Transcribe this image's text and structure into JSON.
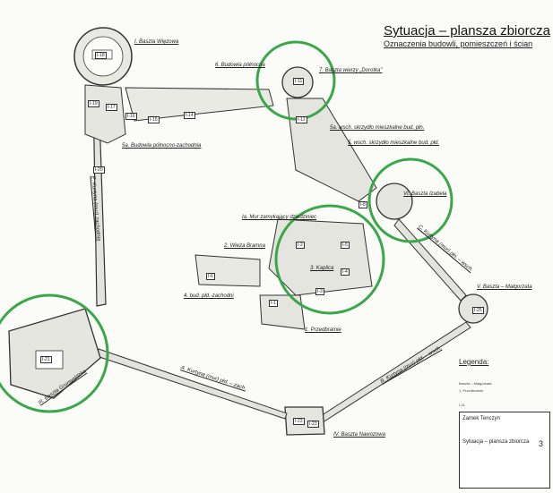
{
  "title": "Sytuacja – plansza zbiorcza",
  "subtitle": "Oznaczenia budowli, pomieszczeń i ścian",
  "labels": [
    {
      "id": "wiezowa",
      "text": "I. Baszta Więzowa"
    },
    {
      "id": "polnocna",
      "text": "6. Budowla północna"
    },
    {
      "id": "dorotka",
      "text": "7. Baszta wierzy „Dorotka”"
    },
    {
      "id": "wsch_pln",
      "text": "5a. wsch. skrzydło mieszkalne bud. płn."
    },
    {
      "id": "wsch_pld",
      "text": "5. wsch. skrzydło mieszkalne bud. płd."
    },
    {
      "id": "izabela",
      "text": "VI. Baszta Izabela"
    },
    {
      "id": "pn_zach",
      "text": "5a. Budowla północno-zachodnia"
    },
    {
      "id": "kurtyna_zach",
      "text": "E. Kurtyna (mur) zachodnia"
    },
    {
      "id": "mur_wew",
      "text": "Ia. Mur zamykający dziedziniec"
    },
    {
      "id": "brama",
      "text": "2. Wieża Bramna"
    },
    {
      "id": "kaplica",
      "text": "3. Kaplica"
    },
    {
      "id": "pld_zach",
      "text": "4. bud. płd.-zachodni"
    },
    {
      "id": "przedbramie",
      "text": "1. Przedbramie"
    },
    {
      "id": "malgorzata",
      "text": "V. Baszta – Małgorzata"
    },
    {
      "id": "kurtyna_wsch",
      "text": "C. Kurtyna (mur) płn. – wsch."
    },
    {
      "id": "kurtyna_pld_wsch",
      "text": "B. Kurtyna (mur) płd. – wsch."
    },
    {
      "id": "kurtyna_pld_zach",
      "text": "A. Kurtyna (mur) płd. – zach."
    },
    {
      "id": "grunwaldzka",
      "text": "III. Baszta Grunwaldzka"
    },
    {
      "id": "nawozowa",
      "text": "IV. Baszta Nawozowa"
    }
  ],
  "room_tags": [
    "I-18",
    "I-16",
    "I-17",
    "I-15",
    "I-14",
    "I-19",
    "I-20",
    "I-11",
    "I-12",
    "I-8",
    "I-6",
    "I-25",
    "I-2",
    "I-3",
    "I-4",
    "I-5",
    "I-1",
    "I-21",
    "I-22",
    "I-23"
  ],
  "legend": {
    "title": "Legenda:",
    "lines": [
      "Baszta – Małgorzata",
      "1. Przedbramie",
      "I-21"
    ]
  },
  "title_block": {
    "line1": "Zamek Tenczyn",
    "line2": "Sytuacja – plansza zbiorcza",
    "sheet": "3"
  },
  "colors": {
    "highlight": "#3aa74a",
    "ink": "#333333",
    "paper": "#fbfbf8"
  }
}
